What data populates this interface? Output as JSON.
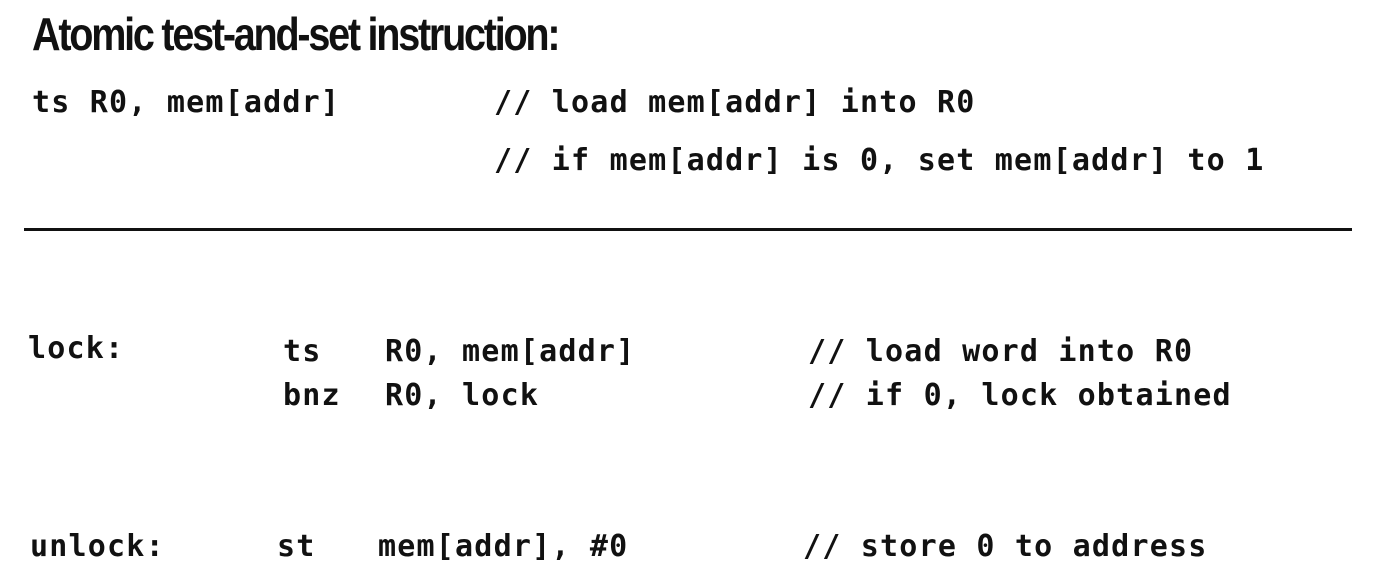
{
  "title": "Atomic test-and-set instruction:",
  "definition": {
    "instruction": "ts R0, mem[addr]",
    "comment_1": "// load mem[addr] into R0",
    "comment_2": "// if mem[addr] is 0, set mem[addr] to 1"
  },
  "lock_block": {
    "label": "lock:",
    "line1": {
      "op": "ts",
      "args": "R0, mem[addr]",
      "comment": "// load word into R0"
    },
    "line2": {
      "op": "bnz",
      "args": "R0, lock",
      "comment": "// if 0, lock obtained"
    }
  },
  "unlock_block": {
    "label": "unlock:",
    "line1": {
      "op": "st",
      "args": "mem[addr], #0",
      "comment": "// store 0 to address"
    }
  }
}
